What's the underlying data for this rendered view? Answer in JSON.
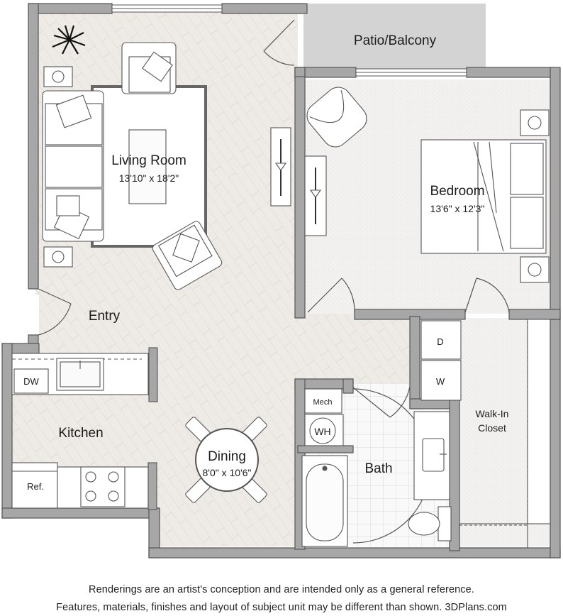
{
  "rooms": {
    "patio": {
      "name": "Patio/Balcony"
    },
    "living": {
      "name": "Living Room",
      "size": "13'10\" x 18'2\""
    },
    "bedroom": {
      "name": "Bedroom",
      "size": "13'6\" x 12'3\""
    },
    "entry": {
      "name": "Entry"
    },
    "kitchen": {
      "name": "Kitchen"
    },
    "dining": {
      "name": "Dining",
      "size": "8'0\" x 10'6\""
    },
    "bath": {
      "name": "Bath"
    },
    "closet": {
      "name_line1": "Walk-In",
      "name_line2": "Closet"
    }
  },
  "fixtures": {
    "dishwasher": "DW",
    "refrigerator": "Ref.",
    "dryer": "D",
    "washer": "W",
    "mechanical": "Mech",
    "water_heater": "WH"
  },
  "disclaimer": {
    "line1": "Renderings are an artist's conception and are intended only as a general reference.",
    "line2": "Features, materials, finishes and layout of subject unit may be different than shown. 3DPlans.com"
  },
  "colors": {
    "wall": "#a7a7a7",
    "wall_edge": "#555555",
    "floor_wood": "#eeebe6",
    "floor_carpet": "#f2f0ee",
    "patio": "#d3d3d3"
  }
}
